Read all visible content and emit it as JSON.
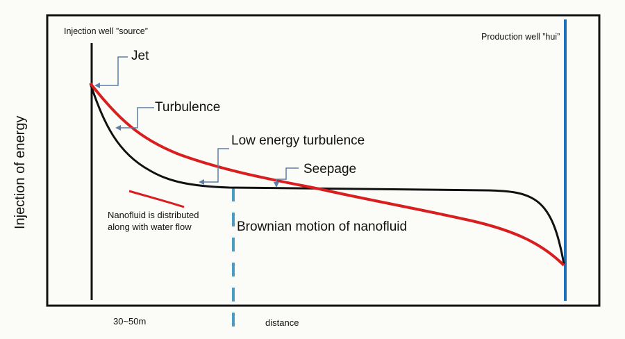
{
  "diagram": {
    "y_axis_label": "Injection of energy",
    "x_axis_label": "distance",
    "x_marker_label": "30~50m",
    "injection_well_label": "Injection well ”source”",
    "production_well_label": "Production well ”hui”",
    "annotations": {
      "jet": "Jet",
      "turbulence": "Turbulence",
      "low_energy_turbulence": "Low energy turbulence",
      "seepage": "Seepage",
      "brownian": "Brownian motion of nanofluid",
      "nanofluid_line1": "Nanofluid is distributed",
      "nanofluid_line2": "along with water flow"
    },
    "colors": {
      "red_curve": "#d81e1e",
      "black_curve": "#111111",
      "production_well": "#1e6fb8",
      "dashed_divider": "#4a9cc0",
      "arrow": "#5b7ea8"
    }
  }
}
